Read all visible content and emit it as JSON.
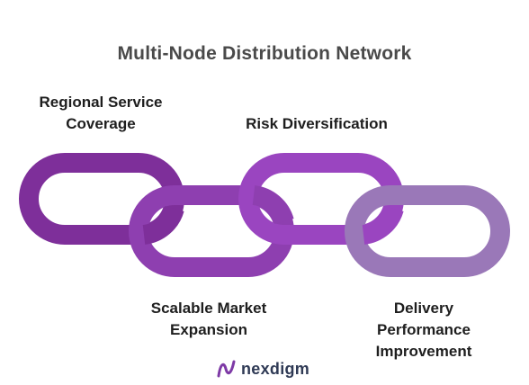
{
  "title": "Multi-Node Distribution Network",
  "nodes": [
    {
      "id": "regional",
      "lines": [
        "Regional Service",
        "Coverage"
      ]
    },
    {
      "id": "scalable",
      "lines": [
        "Scalable Market",
        "Expansion"
      ]
    },
    {
      "id": "risk",
      "lines": [
        "Risk Diversification"
      ]
    },
    {
      "id": "delivery",
      "lines": [
        "Delivery",
        "Performance",
        "Improvement"
      ]
    }
  ],
  "colors": {
    "link1": "#7e2f9a",
    "link2": "#8e3fb0",
    "link3": "#9a45c0",
    "link4": "#9a78b8",
    "title": "#4a4a4a"
  },
  "brand": {
    "name": "nexdigm",
    "icon": "nexdigm-logo-icon"
  }
}
